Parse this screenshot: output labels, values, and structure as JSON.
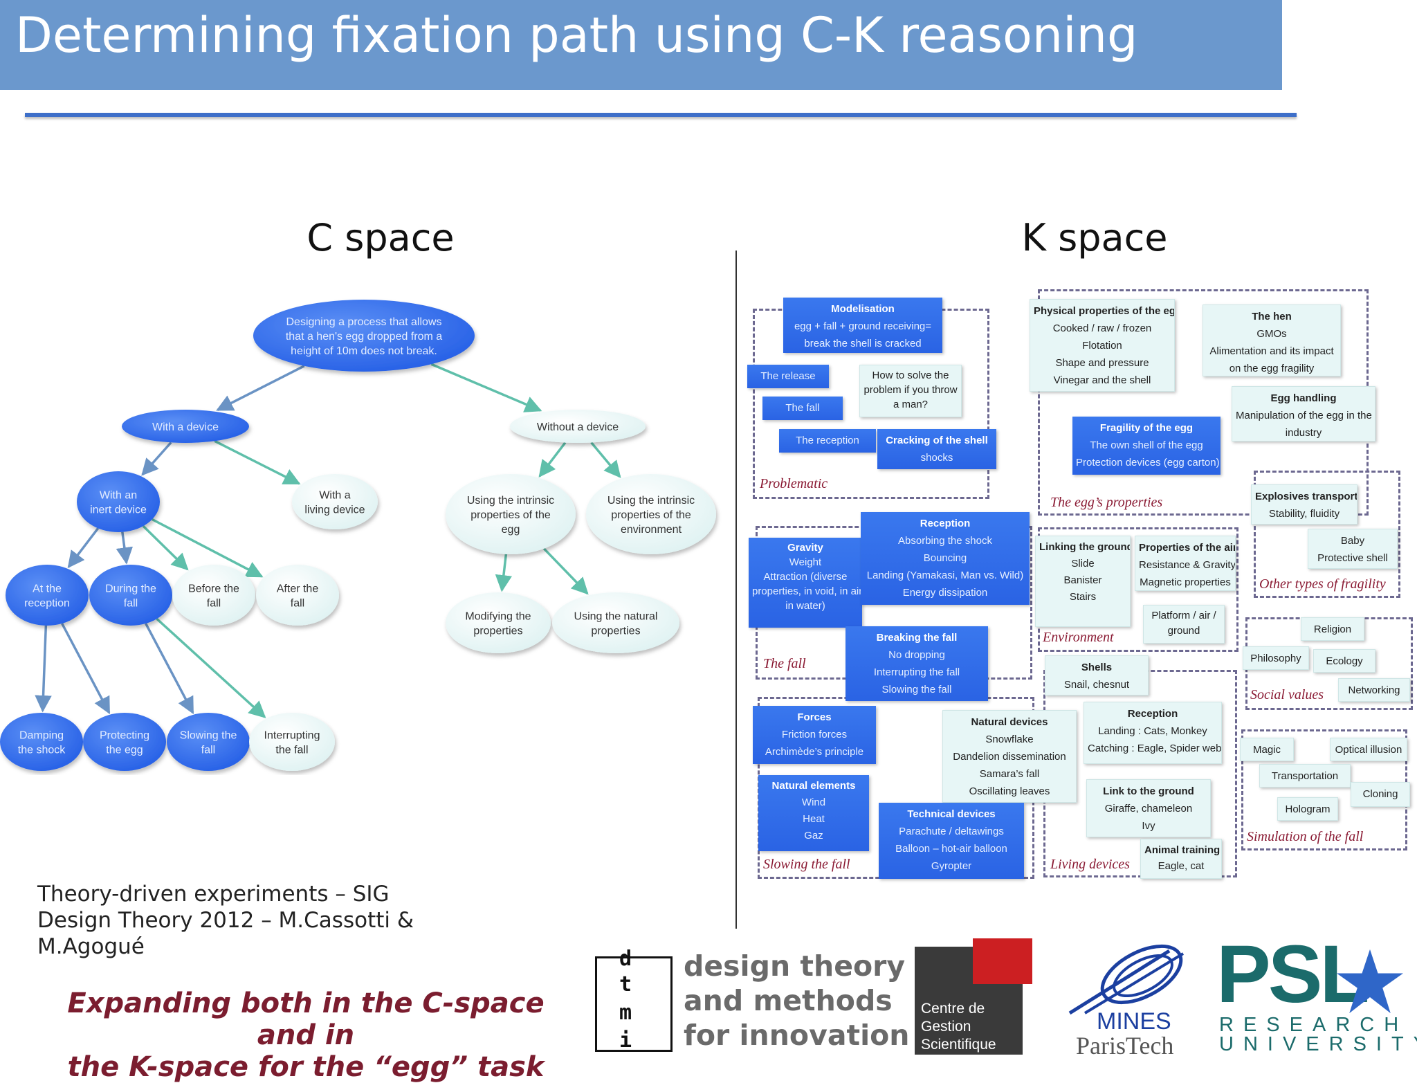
{
  "slide": {
    "title": "Determining fixation path using C-K reasoning",
    "c_space_title": "C space",
    "k_space_title": "K space",
    "credit": "Theory-driven experiments – SIG Design Theory 2012 – M.Cassotti & M.Agogué",
    "caption_line1": "Expanding both in the C-space and in",
    "caption_line2": "the K-space for the “egg” task"
  },
  "c_tree": {
    "nodes": [
      {
        "id": "root",
        "lines": [
          "Designing a process that allows",
          "that a hen's egg dropped from a",
          "height of 10m does not break."
        ],
        "style": "blue"
      },
      {
        "id": "with_device",
        "lines": [
          "With a device"
        ],
        "style": "blue"
      },
      {
        "id": "without_device",
        "lines": [
          "Without a device"
        ],
        "style": "light"
      },
      {
        "id": "inert",
        "lines": [
          "With an",
          "inert device"
        ],
        "style": "blue"
      },
      {
        "id": "living",
        "lines": [
          "With a",
          "living device"
        ],
        "style": "light"
      },
      {
        "id": "intrinsic_egg",
        "lines": [
          "Using the intrinsic",
          "properties of the",
          "egg"
        ],
        "style": "light"
      },
      {
        "id": "intrinsic_env",
        "lines": [
          "Using the intrinsic",
          "properties of the",
          "environment"
        ],
        "style": "light"
      },
      {
        "id": "reception",
        "lines": [
          "At the",
          "reception"
        ],
        "style": "blue"
      },
      {
        "id": "during",
        "lines": [
          "During the",
          "fall"
        ],
        "style": "blue"
      },
      {
        "id": "before",
        "lines": [
          "Before the",
          "fall"
        ],
        "style": "light"
      },
      {
        "id": "after",
        "lines": [
          "After the",
          "fall"
        ],
        "style": "light"
      },
      {
        "id": "modifying",
        "lines": [
          "Modifying the",
          "properties"
        ],
        "style": "light"
      },
      {
        "id": "natural",
        "lines": [
          "Using the natural",
          "properties"
        ],
        "style": "light"
      },
      {
        "id": "damping",
        "lines": [
          "Damping",
          "the shock"
        ],
        "style": "blue"
      },
      {
        "id": "protecting",
        "lines": [
          "Protecting",
          "the egg"
        ],
        "style": "blue"
      },
      {
        "id": "slowing",
        "lines": [
          "Slowing the",
          "fall"
        ],
        "style": "blue"
      },
      {
        "id": "interrupting",
        "lines": [
          "Interrupting",
          "the fall"
        ],
        "style": "light"
      }
    ],
    "edges": [
      {
        "from": "root",
        "to": "with_device",
        "style": "blue"
      },
      {
        "from": "root",
        "to": "without_device",
        "style": "green"
      },
      {
        "from": "with_device",
        "to": "inert",
        "style": "blue"
      },
      {
        "from": "with_device",
        "to": "living",
        "style": "green"
      },
      {
        "from": "without_device",
        "to": "intrinsic_egg",
        "style": "green"
      },
      {
        "from": "without_device",
        "to": "intrinsic_env",
        "style": "green"
      },
      {
        "from": "inert",
        "to": "reception",
        "style": "blue"
      },
      {
        "from": "inert",
        "to": "during",
        "style": "blue"
      },
      {
        "from": "inert",
        "to": "before",
        "style": "green"
      },
      {
        "from": "inert",
        "to": "after",
        "style": "green"
      },
      {
        "from": "intrinsic_egg",
        "to": "modifying",
        "style": "green"
      },
      {
        "from": "intrinsic_egg",
        "to": "natural",
        "style": "green"
      },
      {
        "from": "reception",
        "to": "damping",
        "style": "blue"
      },
      {
        "from": "reception",
        "to": "protecting",
        "style": "blue"
      },
      {
        "from": "during",
        "to": "slowing",
        "style": "blue"
      },
      {
        "from": "during",
        "to": "interrupting",
        "style": "green"
      }
    ]
  },
  "k_space": {
    "groups": [
      {
        "id": "problematic",
        "label": "Problematic"
      },
      {
        "id": "eggs_properties",
        "label": "The egg’s properties"
      },
      {
        "id": "other_fragility",
        "label": "Other types of fragility"
      },
      {
        "id": "the_fall",
        "label": "The fall"
      },
      {
        "id": "environment",
        "label": "Environment"
      },
      {
        "id": "social_values",
        "label": "Social values"
      },
      {
        "id": "slowing_fall",
        "label": "Slowing the fall"
      },
      {
        "id": "living_devices",
        "label": "Living devices"
      },
      {
        "id": "simulation",
        "label": "Simulation of the fall"
      }
    ],
    "boxes": [
      {
        "id": "modelisation",
        "style": "blue",
        "header": "Modelisation",
        "lines": [
          "egg + fall + ground receiving=",
          "break the shell is cracked"
        ]
      },
      {
        "id": "release",
        "style": "blue",
        "header": "",
        "lines": [
          "The release"
        ]
      },
      {
        "id": "fall_box",
        "style": "blue",
        "header": "",
        "lines": [
          "The fall"
        ]
      },
      {
        "id": "reception_box",
        "style": "blue",
        "header": "",
        "lines": [
          "The reception"
        ]
      },
      {
        "id": "howto",
        "style": "light",
        "header": "",
        "lines": [
          "How to solve the",
          "problem if you throw",
          "a man?"
        ]
      },
      {
        "id": "cracking",
        "style": "blue",
        "header": "Cracking of the shell",
        "lines": [
          "shocks"
        ]
      },
      {
        "id": "physical",
        "style": "light",
        "header": "Physical properties of the egg",
        "lines": [
          "Cooked / raw / frozen",
          "Flotation",
          "Shape and pressure",
          "Vinegar and the shell"
        ]
      },
      {
        "id": "hen",
        "style": "light",
        "header": "The hen",
        "lines": [
          "GMOs",
          "Alimentation and its impact",
          "on the egg fragility"
        ]
      },
      {
        "id": "egg_handling",
        "style": "light",
        "header": "Egg handling",
        "lines": [
          "Manipulation of the egg in the",
          "industry"
        ]
      },
      {
        "id": "fragility",
        "style": "blue",
        "header": "Fragility of the egg",
        "lines": [
          "The own shell of the egg",
          "Protection devices (egg carton)"
        ]
      },
      {
        "id": "explosives",
        "style": "light",
        "header": "Explosives transport",
        "lines": [
          "Stability, fluidity"
        ]
      },
      {
        "id": "baby",
        "style": "light",
        "header": "",
        "lines": [
          "Baby",
          "Protective shell"
        ]
      },
      {
        "id": "gravity",
        "style": "blue",
        "header": "Gravity",
        "lines": [
          "Weight",
          "Attraction (diverse",
          "properties, in void, in air,",
          "in water)"
        ]
      },
      {
        "id": "reception_k",
        "style": "blue",
        "header": "Reception",
        "lines": [
          "Absorbing the shock",
          "Bouncing",
          "Landing (Yamakasi, Man vs. Wild)",
          "Energy dissipation"
        ]
      },
      {
        "id": "linking",
        "style": "light",
        "header": "Linking the ground to the egg",
        "lines": [
          "Slide",
          "Banister",
          "Stairs"
        ]
      },
      {
        "id": "air",
        "style": "light",
        "header": "Properties of the air",
        "lines": [
          "Resistance & Gravity",
          "Magnetic properties"
        ]
      },
      {
        "id": "platform",
        "style": "light",
        "header": "",
        "lines": [
          "Platform / air /",
          "ground"
        ]
      },
      {
        "id": "breaking",
        "style": "blue",
        "header": "Breaking the fall",
        "lines": [
          "No dropping",
          "Interrupting the fall",
          "Slowing the fall"
        ]
      },
      {
        "id": "shells",
        "style": "light",
        "header": "Shells",
        "lines": [
          "Snail, chesnut"
        ]
      },
      {
        "id": "religion",
        "style": "light",
        "header": "",
        "lines": [
          "Religion"
        ]
      },
      {
        "id": "philosophy",
        "style": "light",
        "header": "",
        "lines": [
          "Philosophy"
        ]
      },
      {
        "id": "ecology",
        "style": "light",
        "header": "",
        "lines": [
          "Ecology"
        ]
      },
      {
        "id": "networking",
        "style": "light",
        "header": "",
        "lines": [
          "Networking"
        ]
      },
      {
        "id": "forces",
        "style": "blue",
        "header": "Forces",
        "lines": [
          "Friction forces",
          "Archimède’s principle"
        ]
      },
      {
        "id": "natural_devices",
        "style": "light",
        "header": "Natural devices",
        "lines": [
          "Snowflake",
          "Dandelion dissemination",
          "Samara’s fall",
          "Oscillating leaves"
        ]
      },
      {
        "id": "reception_animals",
        "style": "light",
        "header": "Reception",
        "lines": [
          "Landing : Cats, Monkey",
          "Catching : Eagle, Spider web"
        ]
      },
      {
        "id": "magic",
        "style": "light",
        "header": "",
        "lines": [
          "Magic"
        ]
      },
      {
        "id": "optical",
        "style": "light",
        "header": "",
        "lines": [
          "Optical illusion"
        ]
      },
      {
        "id": "transportation",
        "style": "light",
        "header": "",
        "lines": [
          "Transportation"
        ]
      },
      {
        "id": "natural_elements",
        "style": "blue",
        "header": "Natural elements",
        "lines": [
          "Wind",
          "Heat",
          "Gaz"
        ]
      },
      {
        "id": "technical",
        "style": "blue",
        "header": "Technical devices",
        "lines": [
          "Parachute / deltawings",
          "Balloon – hot-air balloon",
          "Gyropter"
        ]
      },
      {
        "id": "link_ground",
        "style": "light",
        "header": "Link to the ground",
        "lines": [
          "Giraffe, chameleon",
          "Ivy"
        ]
      },
      {
        "id": "animal_training",
        "style": "light",
        "header": "Animal training",
        "lines": [
          "Eagle, cat"
        ]
      },
      {
        "id": "hologram",
        "style": "light",
        "header": "",
        "lines": [
          "Hologram"
        ]
      },
      {
        "id": "cloning",
        "style": "light",
        "header": "",
        "lines": [
          "Cloning"
        ]
      }
    ]
  },
  "logos": {
    "dtmi_letters": [
      "d",
      "t",
      "m",
      "i"
    ],
    "dtmi_line1": "design theory",
    "dtmi_line2": "and methods",
    "dtmi_line3": "for innovation",
    "cgs_line1": "Centre de",
    "cgs_line2": "Gestion",
    "cgs_line3": "Scientifique",
    "mines_line1": "MINES",
    "mines_line2": "ParisTech",
    "psl_main": "PSL",
    "psl_sub1": "RESEARCH",
    "psl_sub2": "UNIVERSITY"
  },
  "colors": {
    "title_bar": "#6b98cd",
    "c_blue": "#2e6bec",
    "c_light": "#e8f6f6",
    "edge_blue": "#6a93c4",
    "edge_green": "#5fbfaa",
    "k_blue": "#2f6ae8",
    "k_light": "#e7f6f6",
    "group_label": "#8a1a33",
    "caption": "#7b1d2f"
  }
}
